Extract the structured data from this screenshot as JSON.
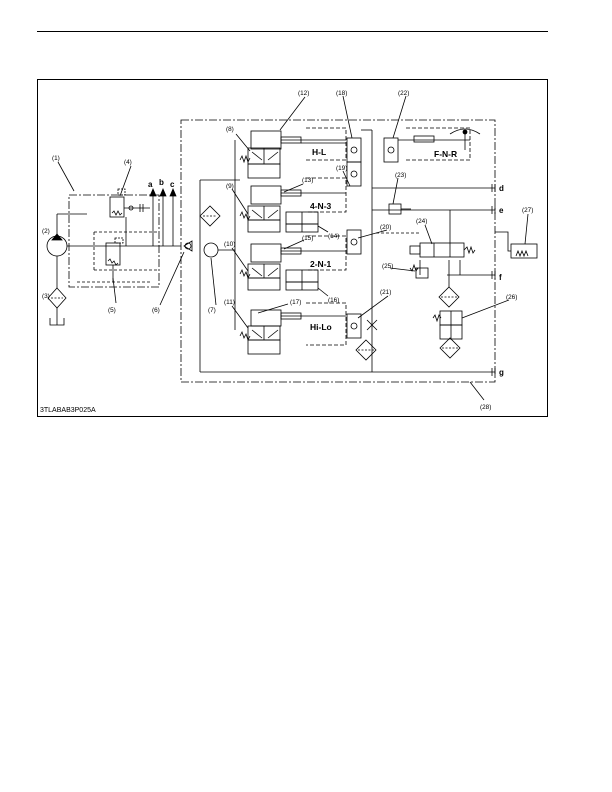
{
  "figure": {
    "reference_code": "3TLABAB3P025A",
    "callouts": [
      "(1)",
      "(2)",
      "(3)",
      "(4)",
      "(5)",
      "(6)",
      "(7)",
      "(8)",
      "(9)",
      "(10)",
      "(11)",
      "(12)",
      "(13)",
      "(14)",
      "(15)",
      "(16)",
      "(17)",
      "(18)",
      "(19)",
      "(20)",
      "(21)",
      "(22)",
      "(23)",
      "(24)",
      "(25)",
      "(26)",
      "(27)",
      "(28)"
    ],
    "port_labels": [
      "a",
      "b",
      "c",
      "d",
      "e",
      "f",
      "g"
    ],
    "section_labels": [
      "H-L",
      "4-N-3",
      "2-N-1",
      "Hi-Lo",
      "F-N-R"
    ]
  }
}
